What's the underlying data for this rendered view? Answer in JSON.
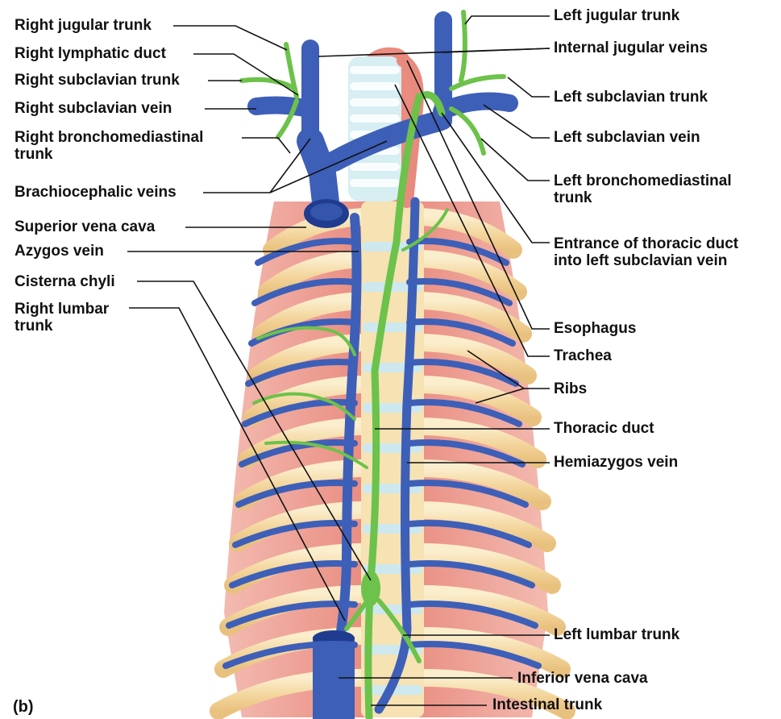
{
  "figure": {
    "panel_label": "(b)",
    "colors": {
      "vein": "#3d5fb8",
      "vein_dark": "#243f8a",
      "lymph": "#6cc24a",
      "lymph_dark": "#3f8f2a",
      "rib": "#f6dfae",
      "muscle": "#e8867a",
      "cartilage": "#cfe9ef",
      "leader": "#111111"
    }
  },
  "labels_left": [
    {
      "id": "right-jugular-trunk",
      "text": "Right jugular trunk"
    },
    {
      "id": "right-lymphatic-duct",
      "text": "Right lymphatic duct"
    },
    {
      "id": "right-subclavian-trunk",
      "text": "Right subclavian trunk"
    },
    {
      "id": "right-subclavian-vein",
      "text": "Right subclavian vein"
    },
    {
      "id": "right-bronchomediastinal-trunk",
      "text": "Right bronchomediastinal\ntrunk"
    },
    {
      "id": "brachiocephalic-veins",
      "text": "Brachiocephalic veins"
    },
    {
      "id": "superior-vena-cava",
      "text": "Superior vena cava"
    },
    {
      "id": "azygos-vein",
      "text": "Azygos vein"
    },
    {
      "id": "cisterna-chyli",
      "text": "Cisterna chyli"
    },
    {
      "id": "right-lumbar-trunk",
      "text": "Right lumbar\ntrunk"
    }
  ],
  "labels_right": [
    {
      "id": "left-jugular-trunk",
      "text": "Left jugular trunk"
    },
    {
      "id": "internal-jugular-veins",
      "text": "Internal jugular veins"
    },
    {
      "id": "left-subclavian-trunk",
      "text": "Left subclavian trunk"
    },
    {
      "id": "left-subclavian-vein",
      "text": "Left subclavian vein"
    },
    {
      "id": "left-bronchomediastinal-trunk",
      "text": "Left bronchomediastinal\ntrunk"
    },
    {
      "id": "entrance-thoracic-duct",
      "text": "Entrance of thoracic duct\ninto left subclavian vein"
    },
    {
      "id": "esophagus",
      "text": "Esophagus"
    },
    {
      "id": "trachea",
      "text": "Trachea"
    },
    {
      "id": "ribs",
      "text": "Ribs"
    },
    {
      "id": "thoracic-duct",
      "text": "Thoracic duct"
    },
    {
      "id": "hemiazygos-vein",
      "text": "Hemiazygos vein"
    },
    {
      "id": "left-lumbar-trunk",
      "text": "Left lumbar trunk"
    },
    {
      "id": "inferior-vena-cava",
      "text": "Inferior vena cava"
    },
    {
      "id": "intestinal-trunk",
      "text": "Intestinal trunk"
    }
  ]
}
